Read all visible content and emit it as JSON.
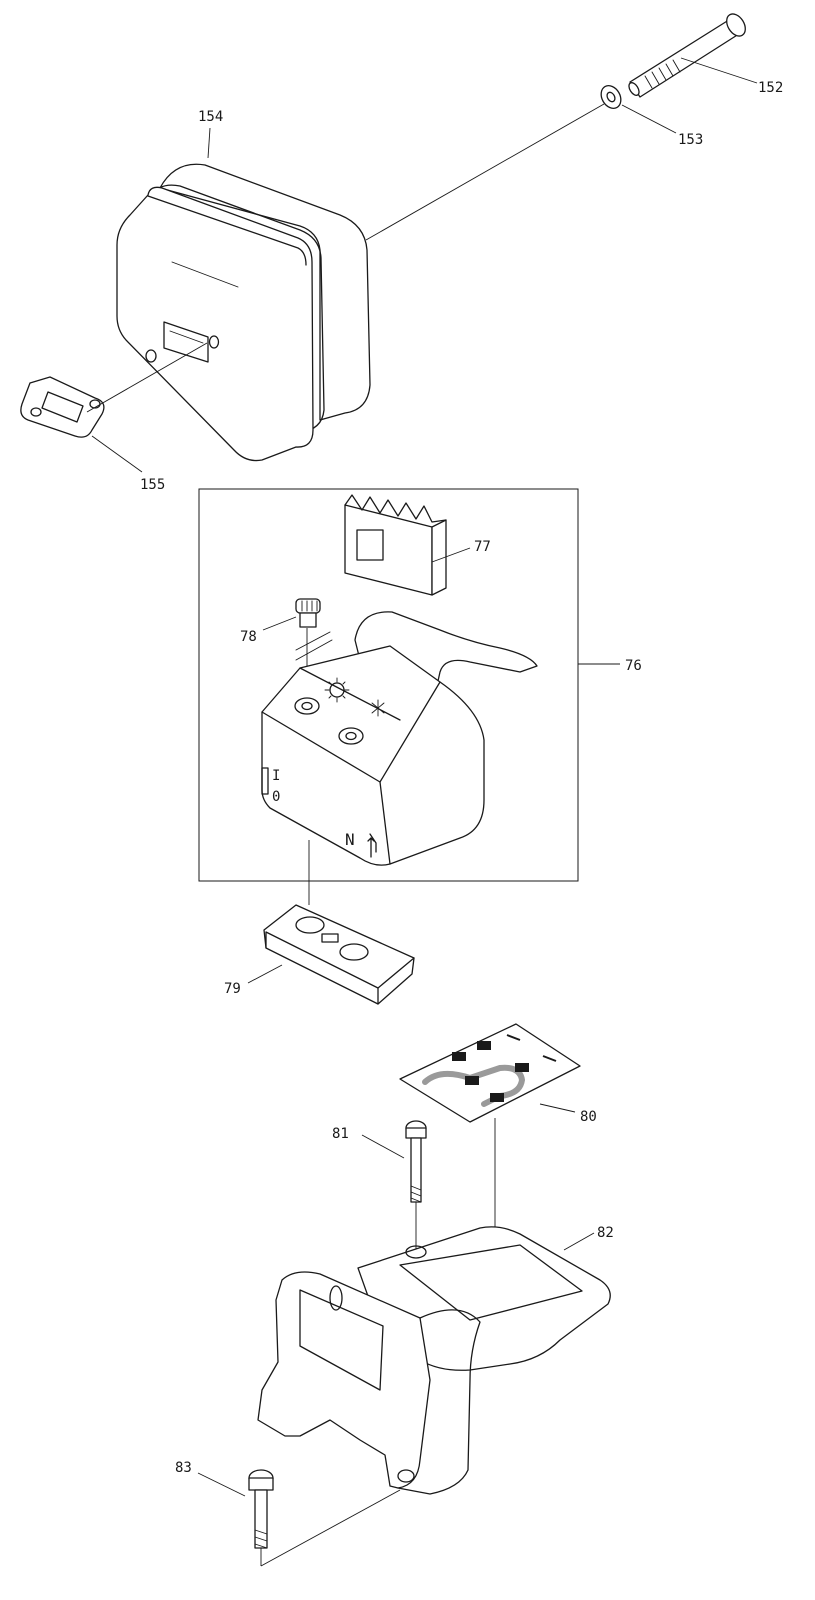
{
  "parts": {
    "p152": "152",
    "p153": "153",
    "p154": "154",
    "p155": "155",
    "p76": "76",
    "p77": "77",
    "p78": "78",
    "p79": "79",
    "p80": "80",
    "p81": "81",
    "p82": "82",
    "p83": "83"
  },
  "markings": {
    "switch_on": "I",
    "switch_off": "0",
    "arrow_letter": "N"
  }
}
